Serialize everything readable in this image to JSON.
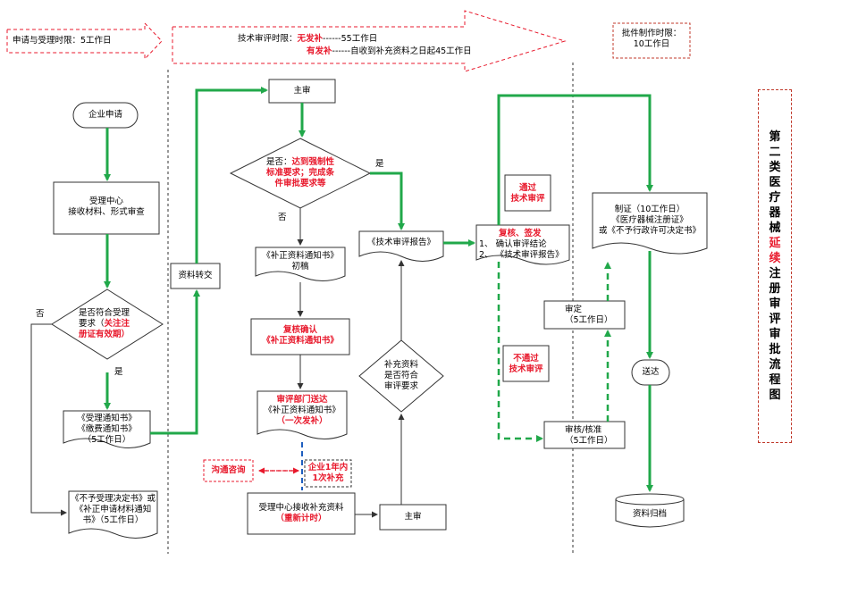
{
  "title": {
    "chars_before": [
      "第",
      "二",
      "类",
      "医",
      "疗",
      "器",
      "械"
    ],
    "chars_red": [
      "延",
      "续"
    ],
    "chars_after": [
      "注",
      "册",
      "审",
      "评",
      "审",
      "批",
      "流",
      "程",
      "图"
    ]
  },
  "header": {
    "apply_time": "申请与受理时限：5工作日",
    "tech_time_label": "技术审评时限：",
    "no_supplement": "无发补",
    "no_supplement_rest": "------55工作日",
    "with_supplement": "有发补",
    "with_supplement_rest": "------自收到补充资料之日起45工作日",
    "approval_time_line1": "批件制作时限：",
    "approval_time_line2": "10工作日"
  },
  "nodes": {
    "enterprise_apply": "企业申请",
    "accept_center_l1": "受理中心",
    "accept_center_l2": "接收材料、形式审查",
    "conform_l1": "是否符合受理",
    "conform_l2_a": "要求（",
    "conform_l2_b": "关注注",
    "conform_l3": "册证有效期）",
    "accept_notice_l1": "《受理通知书》",
    "accept_notice_l2": "《缴费通知书》",
    "accept_notice_l3": "（5工作日）",
    "reject_l1": "《不予受理决定书》或",
    "reject_l2": "《补正申请材料通知",
    "reject_l3": "书》（5工作日）",
    "transfer": "资料转交",
    "main_review_top": "主审",
    "decision_l1_a": "是否：",
    "decision_l1_b": "达到强制性",
    "decision_l2": "标准要求；完成条",
    "decision_l3": "件审批要求等",
    "supp_notice_l1": "《补正资料通知书》",
    "supp_notice_l2": "初稿",
    "recheck_l1": "复核确认",
    "recheck_l2": "《补正资料通知书》",
    "send_l1": "审评部门送达",
    "send_l2": "《补正资料通知书》",
    "send_l3": "（一次发补）",
    "communicate": "沟通咨询",
    "one_year_l1": "企业1年内",
    "one_year_l2": "1次补充",
    "receive_l1": "受理中心接收补充资料",
    "receive_l2": "（重新计时）",
    "main_review_bottom": "主审",
    "supp_check_l1": "补充资料",
    "supp_check_l2": "是否符合",
    "supp_check_l3": "审评要求",
    "tech_report": "《技术审评报告》",
    "review_sign_l1": "复核、签发",
    "review_sign_l2": "1、 确认审评结论",
    "review_sign_l3": "2、 《技术审评报告》",
    "pass_l1": "通过",
    "pass_l2": "技术审评",
    "fail_l1": "不通过",
    "fail_l2": "技术审评",
    "make_cert_l1": "制证（10工作日）",
    "make_cert_l2": "《医疗器械注册证》",
    "make_cert_l3": "或《不予行政许可决定书》",
    "decide_l1": "审定",
    "decide_l2": "（5工作日）",
    "audit_l1": "审核/核准",
    "audit_l2": "（5工作日）",
    "deliver": "送达",
    "archive": "资料归档"
  },
  "edge_labels": {
    "no": "否",
    "yes": "是"
  },
  "colors": {
    "green": "#21a84a",
    "red": "#e8192c",
    "blue": "#1f5fbf",
    "dark_red_border": "#c0392b"
  }
}
